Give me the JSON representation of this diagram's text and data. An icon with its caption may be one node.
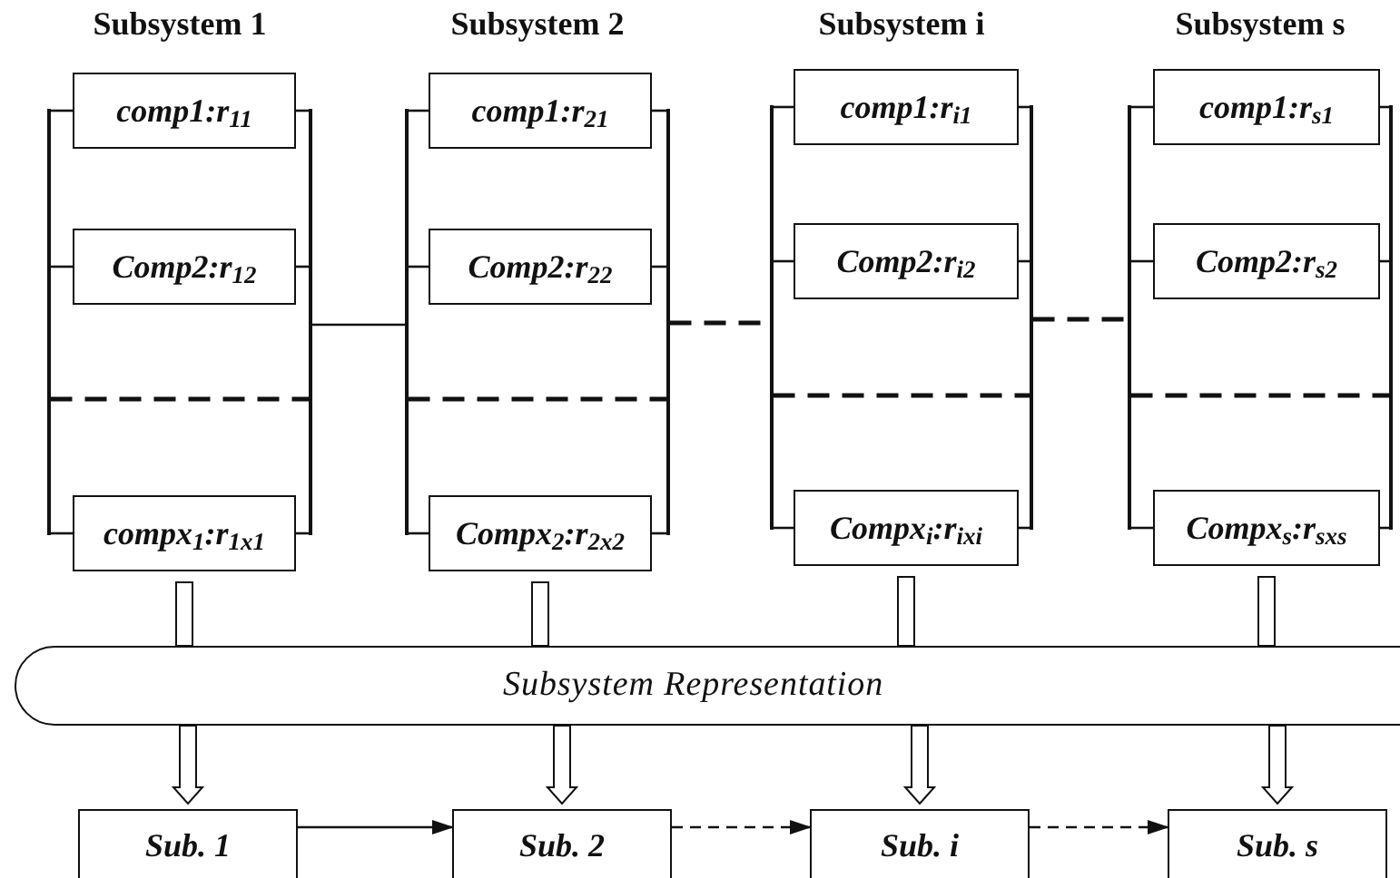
{
  "diagram": {
    "nodes": [
      {
        "text": [
          "comp1:r$_{11}$"
        ]
      },
      {
        "text": [
          "Comp2:r$_{12}$"
        ]
      },
      {
        "text": [
          "compx$_{1}$:r$_{1x1}$"
        ]
      },
      {
        "text": [
          "comp1:r$_{21}$"
        ]
      },
      {
        "text": [
          "Comp2:r$_{22}$"
        ]
      },
      {
        "text": [
          "Compx$_{2}$:r$_{2x2}$"
        ]
      },
      {
        "text": [
          "comp1:r$_{i1}$"
        ]
      },
      {
        "text": [
          "Comp2:r$_{i2}$"
        ]
      },
      {
        "text": [
          "Compx$_{i}$:r$_{ixi}$"
        ]
      },
      {
        "text": [
          "comp1:r$_{s1}$"
        ]
      },
      {
        "text": [
          "Comp2:r$_{s2}$"
        ]
      },
      {
        "text": [
          "Compx$_{s}$:r$_{sxs}$"
        ]
      },
      {
        "text": [
          "Subsystem Representation"
        ]
      },
      {
        "text": [
          "Sub. 1"
        ]
      },
      {
        "text": [
          "Sub. 2"
        ]
      },
      {
        "text": [
          "Sub. i"
        ]
      },
      {
        "text": [
          "Sub. s"
        ]
      },
      {
        "text": [],
        "shape": "bar"
      },
      {
        "text": [],
        "shape": "bar"
      },
      {
        "text": [],
        "shape": "bar"
      },
      {
        "text": [],
        "shape": "bar"
      },
      {
        "text": [],
        "shape": "bar"
      },
      {
        "text": [],
        "shape": "bar"
      },
      {
        "text": [],
        "shape": "bar"
      },
      {
        "text": [],
        "shape": "bar"
      }
    ],
    "edges": [
      {
        "from": 2,
        "to": 12,
        "arrow": "none"
      },
      {
        "from": 5,
        "to": 12,
        "arrow": "none"
      },
      {
        "from": 8,
        "to": 12,
        "arrow": "none"
      },
      {
        "from": 11,
        "to": 12,
        "arrow": "none"
      },
      {
        "from": 12,
        "to": 13,
        "arrow": "to"
      },
      {
        "from": 12,
        "to": 14,
        "arrow": "to"
      },
      {
        "from": 12,
        "to": 15,
        "arrow": "to"
      },
      {
        "from": 12,
        "to": 16,
        "arrow": "to"
      },
      {
        "from": 13,
        "to": 14,
        "arrow": "to"
      },
      {
        "from": 14,
        "to": 15,
        "arrow": "to",
        "style": "dashed"
      },
      {
        "from": 15,
        "to": 16,
        "arrow": "to",
        "style": "dashed"
      },
      {
        "from": 17,
        "to": 0,
        "arrow": "none"
      },
      {
        "from": 17,
        "to": 1,
        "arrow": "none"
      },
      {
        "from": 17,
        "to": 2,
        "arrow": "none"
      },
      {
        "from": 0,
        "to": 18,
        "arrow": "none"
      },
      {
        "from": 1,
        "to": 18,
        "arrow": "none"
      },
      {
        "from": 2,
        "to": 18,
        "arrow": "none"
      },
      {
        "from": 17,
        "to": 18,
        "arrow": "none",
        "style": "dashed"
      },
      {
        "from": 19,
        "to": 3,
        "arrow": "none"
      },
      {
        "from": 19,
        "to": 4,
        "arrow": "none"
      },
      {
        "from": 19,
        "to": 5,
        "arrow": "none"
      },
      {
        "from": 3,
        "to": 20,
        "arrow": "none"
      },
      {
        "from": 4,
        "to": 20,
        "arrow": "none"
      },
      {
        "from": 5,
        "to": 20,
        "arrow": "none"
      },
      {
        "from": 19,
        "to": 20,
        "arrow": "none",
        "style": "dashed"
      },
      {
        "from": 21,
        "to": 6,
        "arrow": "none"
      },
      {
        "from": 21,
        "to": 7,
        "arrow": "none"
      },
      {
        "from": 21,
        "to": 8,
        "arrow": "none"
      },
      {
        "from": 6,
        "to": 22,
        "arrow": "none"
      },
      {
        "from": 7,
        "to": 22,
        "arrow": "none"
      },
      {
        "from": 8,
        "to": 22,
        "arrow": "none"
      },
      {
        "from": 21,
        "to": 22,
        "arrow": "none",
        "style": "dashed"
      },
      {
        "from": 23,
        "to": 9,
        "arrow": "none"
      },
      {
        "from": 23,
        "to": 10,
        "arrow": "none"
      },
      {
        "from": 23,
        "to": 11,
        "arrow": "none"
      },
      {
        "from": 9,
        "to": 24,
        "arrow": "none"
      },
      {
        "from": 10,
        "to": 24,
        "arrow": "none"
      },
      {
        "from": 11,
        "to": 24,
        "arrow": "none"
      },
      {
        "from": 23,
        "to": 24,
        "arrow": "none",
        "style": "dashed"
      },
      {
        "from": 18,
        "to": 19,
        "arrow": "none"
      },
      {
        "from": 20,
        "to": 21,
        "arrow": "none",
        "style": "dashed"
      },
      {
        "from": 22,
        "to": 23,
        "arrow": "none",
        "style": "dashed"
      }
    ],
    "labels": [
      "Subsystem 1",
      "Subsystem 2",
      "Subsystem i",
      "Subsystem s"
    ]
  }
}
